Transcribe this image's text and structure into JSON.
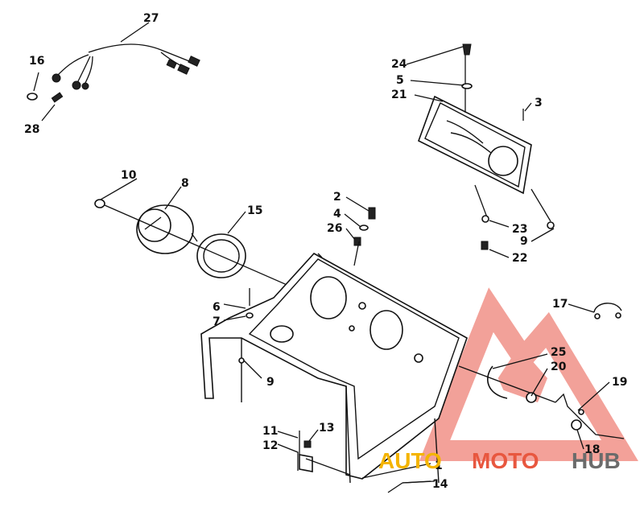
{
  "callouts": [
    {
      "id": "27"
    },
    {
      "id": "16"
    },
    {
      "id": "28"
    },
    {
      "id": "24"
    },
    {
      "id": "5"
    },
    {
      "id": "21"
    },
    {
      "id": "3"
    },
    {
      "id": "10"
    },
    {
      "id": "8"
    },
    {
      "id": "15"
    },
    {
      "id": "2"
    },
    {
      "id": "4"
    },
    {
      "id": "26"
    },
    {
      "id": "23"
    },
    {
      "id": "9"
    },
    {
      "id": "22"
    },
    {
      "id": "17"
    },
    {
      "id": "6"
    },
    {
      "id": "7"
    },
    {
      "id": "9"
    },
    {
      "id": "25"
    },
    {
      "id": "20"
    },
    {
      "id": "19"
    },
    {
      "id": "11"
    },
    {
      "id": "13"
    },
    {
      "id": "12"
    },
    {
      "id": "1"
    },
    {
      "id": "18"
    },
    {
      "id": "14"
    }
  ],
  "watermark": {
    "part1": "AUTO",
    "part2": "MOTO",
    "part3": "HUB",
    "color_red": "#e8573f",
    "color_yellow": "#f4b400",
    "color_gray": "#6b6b6b",
    "logo_color": "#f08a80"
  },
  "icons": [
    "wiring-harness-icon",
    "speedometer-icon",
    "bezel-ring-icon",
    "dash-panel-icon",
    "decal-plate-icon",
    "cable-clamp-icon",
    "bracket-icon"
  ]
}
